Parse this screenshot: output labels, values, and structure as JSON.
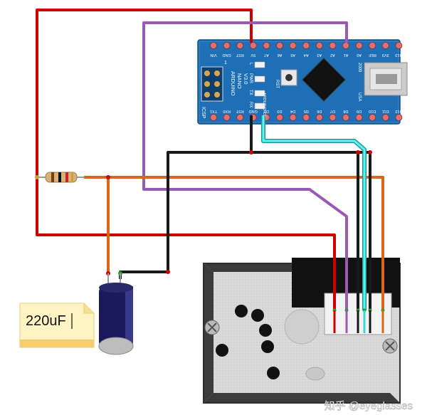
{
  "board": {
    "name_lines": [
      "ARDUINO",
      "NANO",
      "V3.0"
    ],
    "icsp": "ICSP",
    "icsp_pin1": "1",
    "led_labels": [
      "L",
      "PWR",
      "TX",
      "RX"
    ],
    "rst_label": "RST",
    "brand": "ARDUINO.CC",
    "year": "2009",
    "country": "USA",
    "top_pins": [
      "VIN",
      "GND",
      "RST",
      "5V",
      "A7",
      "A6",
      "A5",
      "A4",
      "A3",
      "A2",
      "A1",
      "A0",
      "REF",
      "3V3",
      "D13"
    ],
    "bottom_pins": [
      "TX1",
      "RX0",
      "RST",
      "GND",
      "D2",
      "D3",
      "D4",
      "D5",
      "D6",
      "D7",
      "D8",
      "D9",
      "D10",
      "D11",
      "D12"
    ]
  },
  "capacitor": {
    "label": "220uF"
  },
  "watermark": "知乎 @eyeglasses",
  "colors": {
    "red": "#cc0000",
    "black": "#1a1a1a",
    "purple": "#9b59b6",
    "orange": "#d9661a",
    "cyan": "#33dddd",
    "board": "#1e6fb5",
    "sensor": "#d4d4d4"
  }
}
